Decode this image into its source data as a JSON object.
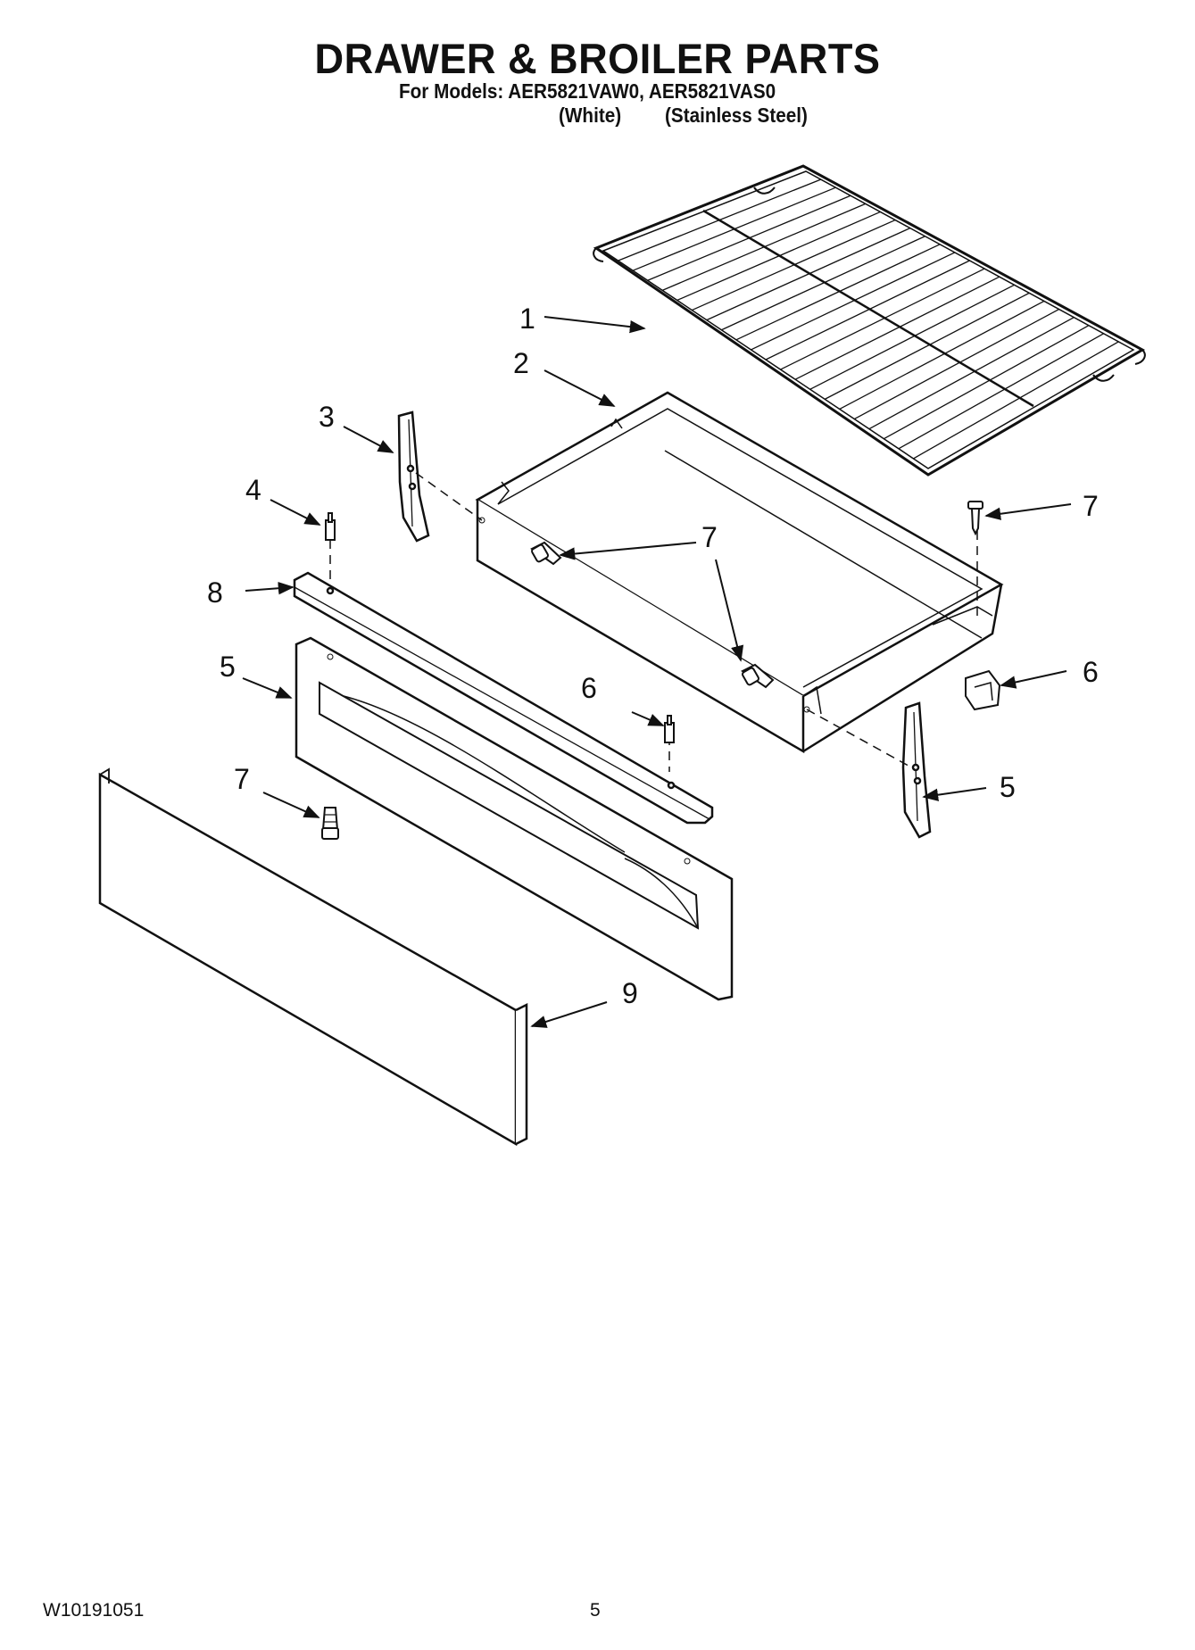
{
  "header": {
    "title": "DRAWER & BROILER PARTS",
    "models_line": "For Models: AER5821VAW0, AER5821VAS0",
    "variant_white": "(White)",
    "variant_stainless": "(Stainless Steel)"
  },
  "callouts": {
    "rack": "1",
    "broiler_pan": "2",
    "left_slide": "3",
    "upper_pin": "4",
    "front_panel": "5",
    "right_slide": "5",
    "right_clip": "6",
    "lower_pin": "6",
    "screw_top_right": "7",
    "screw_center": "7",
    "screw_lower_center": "7",
    "screw_lower_left": "7",
    "rail": "8",
    "outer_panel": "9"
  },
  "footer": {
    "document_number": "W10191051",
    "page_number": "5"
  }
}
